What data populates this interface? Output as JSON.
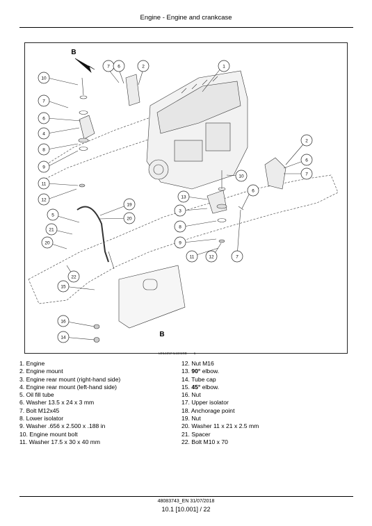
{
  "header": {
    "title": "Engine - Engine and crankcase"
  },
  "figure": {
    "view_letter_top": "B",
    "view_letter_bottom": "B",
    "caption_code": "LEIL16WHL1341GB",
    "caption_number": "1",
    "callouts": [
      "10",
      "7",
      "6",
      "2",
      "1",
      "7",
      "6",
      "4",
      "8",
      "9",
      "11",
      "12",
      "2",
      "6",
      "7",
      "10",
      "6",
      "13",
      "3",
      "8",
      "9",
      "11",
      "12",
      "7",
      "19",
      "20",
      "5",
      "21",
      "20",
      "22",
      "15",
      "16",
      "14"
    ]
  },
  "legend": {
    "left": [
      {
        "num": "1.",
        "text": "Engine"
      },
      {
        "num": "2.",
        "text": "Engine mount"
      },
      {
        "num": "3.",
        "text": "Engine rear mount (right-hand side)"
      },
      {
        "num": "4.",
        "text": "Engine rear mount (left-hand side)"
      },
      {
        "num": "5.",
        "text": "Oil fill tube"
      },
      {
        "num": "6.",
        "text": "Washer 13.5 x 24 x 3 mm"
      },
      {
        "num": "7.",
        "text": "Bolt M12x45"
      },
      {
        "num": "8.",
        "text": "Lower isolator"
      },
      {
        "num": "9.",
        "text": "Washer .656 x 2.500 x .188 in"
      },
      {
        "num": "10.",
        "text": "Engine mount bolt"
      },
      {
        "num": "11.",
        "text": "Washer 17.5 x 30 x 40 mm"
      }
    ],
    "right": [
      {
        "num": "12.",
        "bold": "",
        "text": "Nut M16"
      },
      {
        "num": "13.",
        "bold": "90°",
        "text": " elbow."
      },
      {
        "num": "14.",
        "bold": "",
        "text": "Tube cap"
      },
      {
        "num": "15.",
        "bold": "45°",
        "text": " elbow."
      },
      {
        "num": "16.",
        "bold": "",
        "text": "Nut"
      },
      {
        "num": "17.",
        "bold": "",
        "text": "Upper isolator"
      },
      {
        "num": "18.",
        "bold": "",
        "text": "Anchorage point"
      },
      {
        "num": "19.",
        "bold": "",
        "text": "Nut"
      },
      {
        "num": "20.",
        "bold": "",
        "text": "Washer 11 x 21 x 2.5 mm"
      },
      {
        "num": "21.",
        "bold": "",
        "text": "Spacer"
      },
      {
        "num": "22.",
        "bold": "",
        "text": "Bolt M10 x 70"
      }
    ]
  },
  "footer": {
    "doc": "48083743_EN 31/07/2018",
    "page": "10.1 [10.001] / 22"
  }
}
